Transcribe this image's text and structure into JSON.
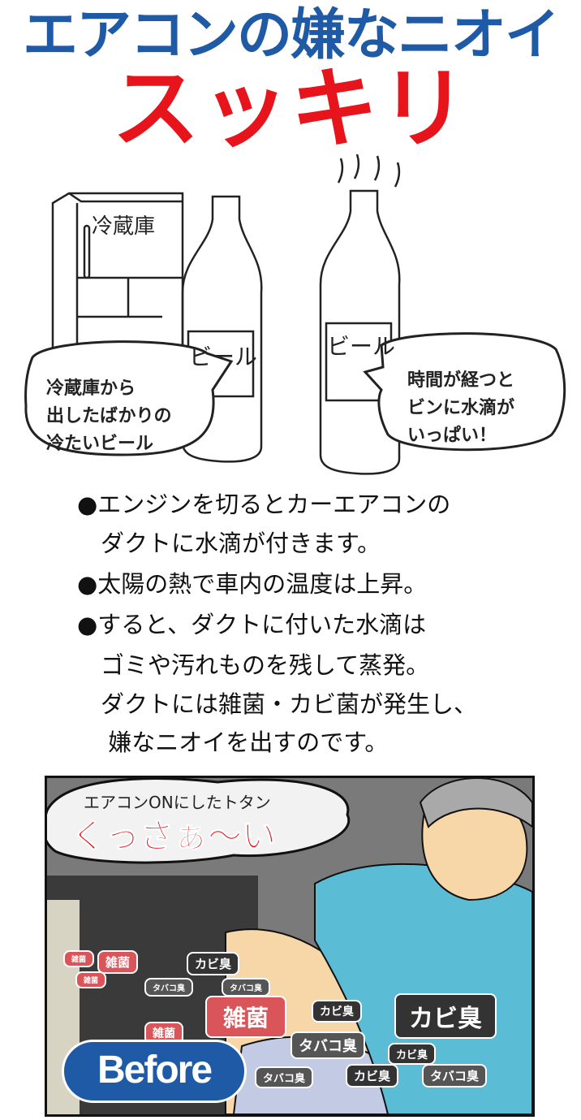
{
  "title": {
    "line1": "エアコンの嫌なニオイ",
    "line2": "スッキリ"
  },
  "illustration": {
    "fridge_label": "冷蔵庫",
    "bottle_label_left": "ビール",
    "bottle_label_right": "ビール",
    "bubble_left": [
      "冷蔵庫から",
      "出したばかりの",
      "冷たいビール"
    ],
    "bubble_right": [
      "時間が経つと",
      "ビンに水滴が",
      "いっぱい！"
    ]
  },
  "explanation": [
    "●エンジンを切るとカーエアコンの",
    "　ダクトに水滴が付きます。",
    "●太陽の熱で車内の温度は上昇。",
    "●すると、ダクトに付いた水滴は",
    "　ゴミや汚れものを残して蒸発。",
    "　ダクトには雑菌・カビ菌が発生し、",
    "　 嫌なニオイを出すのです。"
  ],
  "panel": {
    "speech_line1": "エアコンONにしたトタン",
    "speech_line2": "くっさぁ～い",
    "badge": "Before",
    "odors": [
      "雑菌",
      "雑菌",
      "雑菌",
      "雑菌",
      "雑菌",
      "カビ臭",
      "カビ臭",
      "カビ臭",
      "カビ臭",
      "カビ臭",
      "タバコ臭",
      "タバコ臭",
      "タバコ臭",
      "タバコ臭",
      "タバコ臭"
    ]
  },
  "colors": {
    "title_blue": "#1f5aa6",
    "title_red": "#e8141c",
    "badge_blue": "#1f5aa6",
    "shirt": "#5bbcd6",
    "odor_red": "#d9555a"
  }
}
